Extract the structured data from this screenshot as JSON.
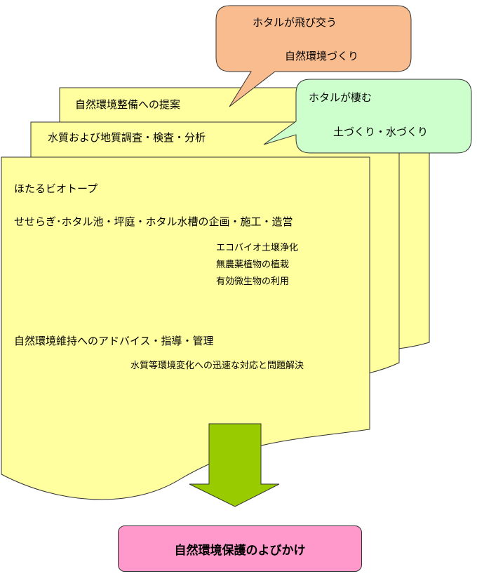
{
  "colors": {
    "card_fill": "#ffffa0",
    "orange_bubble_fill": "#f9bc8f",
    "green_bubble_fill": "#ccffcc",
    "arrow_fill": "#99cc00",
    "conclusion_fill": "#ff99cc"
  },
  "bubbles": {
    "orange": {
      "line1": "ホタルが飛び交う",
      "line2": "自然環境づくり"
    },
    "green": {
      "line1": "ホタルが棲む",
      "line2": "土づくり・水づくり"
    }
  },
  "cards": {
    "back": {
      "title": "自然環境整備への提案"
    },
    "middle": {
      "title": "水質および地質調査・検査・分析"
    },
    "front": {
      "heading": "ほたるビオトープ",
      "service1": "せせらぎ･ホタル池・坪庭・ホタル水槽の企画・施工・造営",
      "details": [
        "エコバイオ土壌浄化",
        "無農薬植物の植栽",
        "有効微生物の利用"
      ],
      "service2": "自然環境維持へのアドバイス・指導・管理",
      "service2_detail": "水質等環境変化への迅速な対応と問題解決"
    }
  },
  "arrow": {
    "icon": "down-arrow-icon"
  },
  "conclusion": {
    "label": "自然環境保護のよびかけ"
  }
}
